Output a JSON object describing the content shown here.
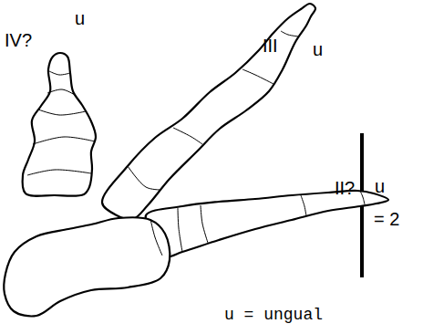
{
  "diagram": {
    "labels": [
      "IV?",
      "u",
      "III",
      "u",
      "II?",
      "u",
      "= 2",
      "u = ungual"
    ]
  }
}
